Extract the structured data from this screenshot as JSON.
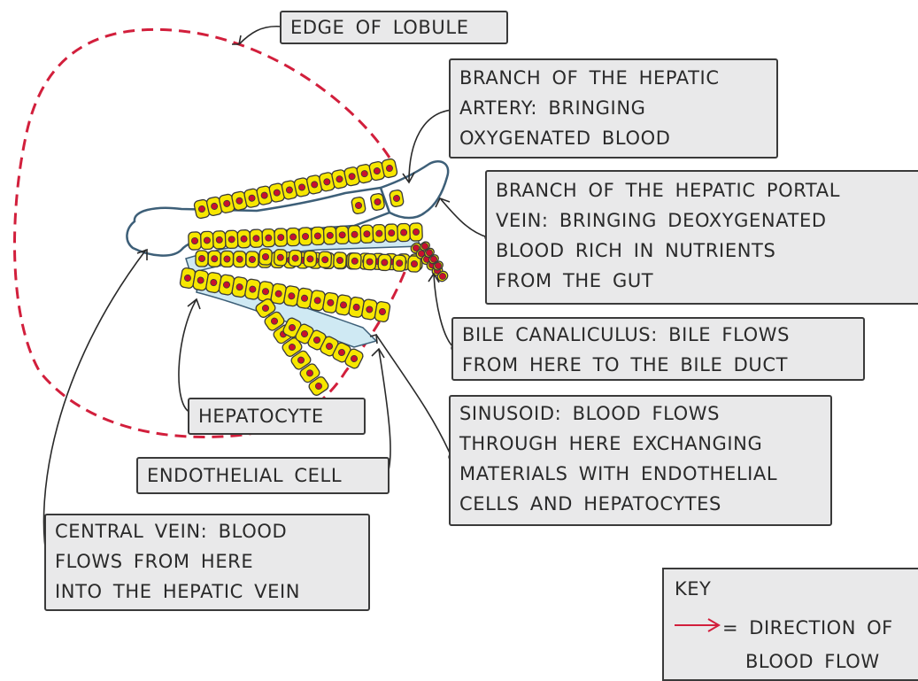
{
  "labels": {
    "edge_of_lobule": "EDGE OF LOBULE",
    "hepatic_artery": [
      "BRANCH OF THE HEPATIC",
      "ARTERY: BRINGING",
      "OXYGENATED BLOOD"
    ],
    "hepatic_portal_vein": [
      "BRANCH OF THE HEPATIC PORTAL",
      "VEIN: BRINGING DEOXYGENATED",
      "BLOOD RICH IN NUTRIENTS",
      "FROM THE GUT"
    ],
    "bile_canaliculus": [
      "BILE CANALICULUS: BILE FLOWS",
      "FROM HERE TO THE BILE DUCT"
    ],
    "hepatocyte": "HEPATOCYTE",
    "endothelial_cell": "ENDOTHELIAL CELL",
    "sinusoid": [
      "SINUSOID: BLOOD FLOWS",
      "THROUGH HERE EXCHANGING",
      "MATERIALS WITH ENDOTHELIAL",
      "CELLS AND HEPATOCYTES"
    ],
    "central_vein": [
      "CENTRAL VEIN: BLOOD",
      "FLOWS FROM HERE",
      "INTO THE HEPATIC VEIN"
    ]
  },
  "key": {
    "title": "KEY",
    "arrow_meaning_line1": "= DIRECTION OF",
    "arrow_meaning_line2": "BLOOD FLOW"
  },
  "colors": {
    "lobule_edge": "#d21f3c",
    "hepatocyte_fill": "#f7e600",
    "nucleus": "#c8102e",
    "vessel_fill": "#cfe9f3",
    "vessel_outline": "#4a6f86",
    "label_background": "#e9e9ea"
  }
}
